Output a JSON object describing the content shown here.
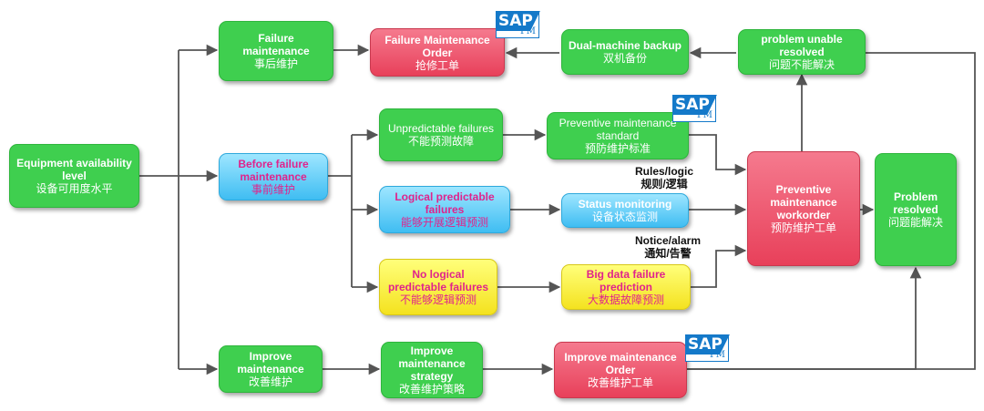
{
  "nodes": {
    "equipment_availability": {
      "en": "Equipment availability level",
      "cn": "设备可用度水平"
    },
    "failure_maintenance": {
      "en": "Failure maintenance",
      "cn": "事后维护"
    },
    "failure_maintenance_order": {
      "en": "Failure Maintenance Order",
      "cn": "抢修工单"
    },
    "dual_machine_backup": {
      "en": "Dual-machine backup",
      "cn": "双机备份"
    },
    "problem_unable_resolved": {
      "en": "problem unable resolved",
      "cn": "问题不能解决"
    },
    "before_failure_maintenance": {
      "en": "Before failure maintenance",
      "cn": "事前维护"
    },
    "unpredictable_failures": {
      "en": "Unpredictable failures",
      "cn": "不能预测故障"
    },
    "preventive_maintenance_standard": {
      "en": "Preventive maintenance standard",
      "cn": "预防维护标准"
    },
    "logical_predictable_failures": {
      "en": "Logical predictable failures",
      "cn": "能够开展逻辑预测"
    },
    "status_monitoring": {
      "en": "Status monitoring",
      "cn": "设备状态监测"
    },
    "no_logical_predictable_failures": {
      "en": "No logical predictable failures",
      "cn": "不能够逻辑预测"
    },
    "big_data_failure_prediction": {
      "en": "Big data failure prediction",
      "cn": "大数据故障预测"
    },
    "preventive_maintenance_workorder": {
      "en": "Preventive maintenance workorder",
      "cn": "预防维护工单"
    },
    "problem_resolved": {
      "en": "Problem resolved",
      "cn": "问题能解决"
    },
    "improve_maintenance": {
      "en": "Improve maintenance",
      "cn": "改善维护"
    },
    "improve_maintenance_strategy": {
      "en": "Improve maintenance strategy",
      "cn": "改善维护策略"
    },
    "improve_maintenance_order": {
      "en": "Improve maintenance Order",
      "cn": "改善维护工单"
    }
  },
  "edge_labels": {
    "rules_logic": {
      "en": "Rules/logic",
      "cn": "规则/逻辑"
    },
    "notice_alarm": {
      "en": "Notice/alarm",
      "cn": "通知/告警"
    }
  },
  "sap_badge": {
    "brand": "SAP",
    "suffix": "PM"
  },
  "colors": {
    "green": "#3fcf4f",
    "red": "#e8405a",
    "blue": "#3fbdf2",
    "yellow": "#f4e21f",
    "magenta_text": "#e0238c",
    "sap_blue": "#1479c9",
    "connector": "#555555"
  }
}
